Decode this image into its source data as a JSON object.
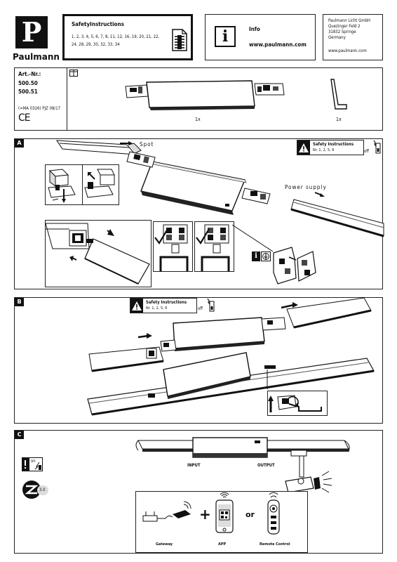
{
  "brand": {
    "logo_letter": "P",
    "name": "Paulmann"
  },
  "safety": {
    "title": "SafetyInstructions",
    "pages_line1": "1, 2, 3, 4, 5, 6, 7, 8, 11, 12, 16, 19, 20, 21, 22,",
    "pages_line2": "24, 28, 29, 30, 32, 33, 34"
  },
  "info": {
    "title": "Info",
    "url": "www.paulmann.com"
  },
  "address": {
    "line1": "Paulmann Licht GmbH",
    "line2": "Quezinger Feld 2",
    "line3": "31832 Springe",
    "line4": "Germany",
    "url": "www.paulmann.com"
  },
  "article": {
    "label": "Art.-Nr.:",
    "number1": "500.50",
    "number2": "500.51",
    "code": "(=MA 0326) PJZ 08/17",
    "ce": "CE",
    "qty_adapter": "1x",
    "qty_key": "1x"
  },
  "section_a": {
    "tag": "A",
    "spot_label": "Spot",
    "power_label": "Power supply",
    "warning_title": "Safety Instructions",
    "warning_pages": "Nr. 1, 2, 5, 6",
    "off_label": "off"
  },
  "section_b": {
    "tag": "B",
    "warning_title": "Safety Instructions",
    "warning_pages": "Nr. 1, 2, 5, 6",
    "off_label": "off"
  },
  "section_c": {
    "tag": "C",
    "on_label": "on",
    "input_label": "INPUT",
    "output_label": "OUTPUT",
    "zigbee_version": "3.0",
    "plus": "+",
    "or": "or",
    "gateway_label": "Gateway",
    "app_label": "APP",
    "remote_label": "Remote Control"
  }
}
